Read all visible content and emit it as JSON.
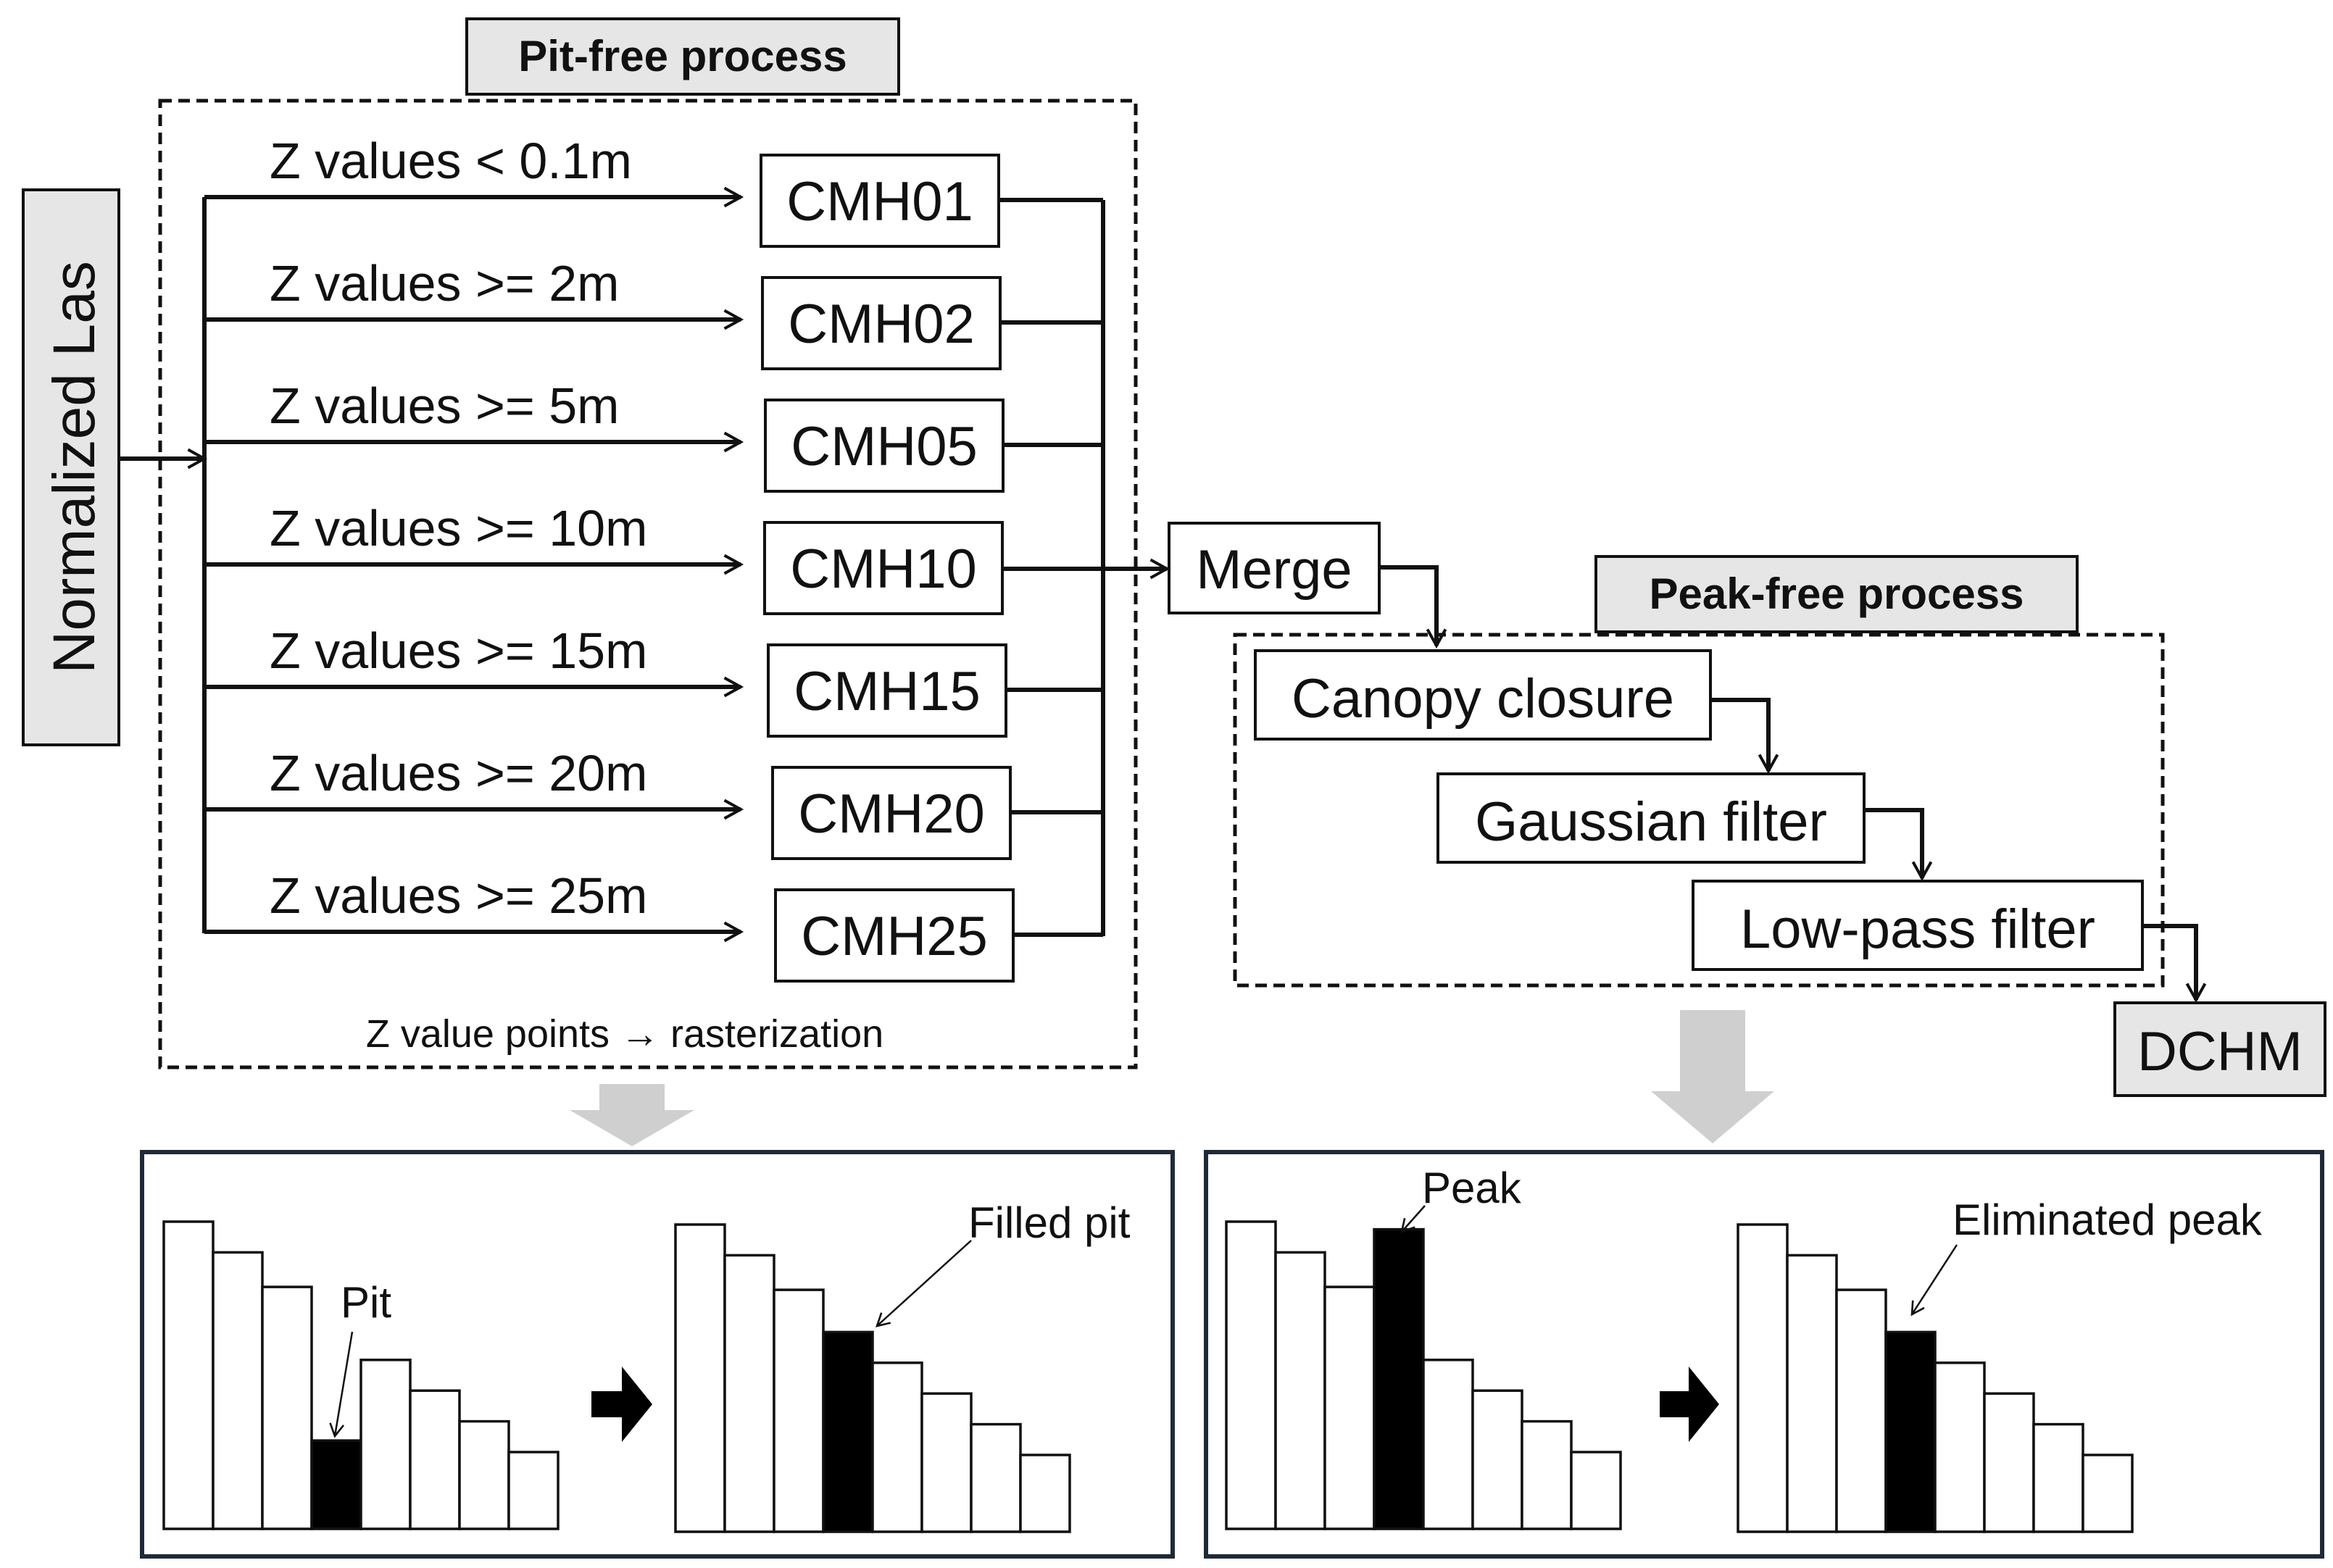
{
  "colors": {
    "line": "#111111",
    "grey_box": "#e6e6e6",
    "grey_arrow": "#cfcfcf",
    "panel_border": "#1f2a38",
    "highlight_bar": "#000000"
  },
  "input_label": "Normalized Las",
  "pit_free": {
    "title": "Pit-free process",
    "branches": [
      {
        "condition": "Z values <  0.1m",
        "output": "CMH01"
      },
      {
        "condition": "Z values >=  2m",
        "output": "CMH02"
      },
      {
        "condition": "Z values >= 5m",
        "output": "CMH05"
      },
      {
        "condition": "Z values >= 10m",
        "output": "CMH10"
      },
      {
        "condition": "Z values >= 15m",
        "output": "CMH15"
      },
      {
        "condition": "Z values >= 20m",
        "output": "CMH20"
      },
      {
        "condition": "Z values >= 25m",
        "output": "CMH25"
      }
    ],
    "footer": "Z value points →  rasterization"
  },
  "merge_label": "Merge",
  "peak_free": {
    "title": "Peak-free process",
    "steps": [
      "Canopy closure",
      "Gaussian filter",
      "Low-pass filter"
    ]
  },
  "output_label": "DCHM",
  "pit_panel": {
    "before_label": "Pit",
    "after_label": "Filled pit",
    "before_heights": [
      8,
      7.2,
      6.3,
      2.3,
      4.4,
      3.6,
      2.8,
      2.0
    ],
    "after_heights": [
      8,
      7.2,
      6.3,
      5.2,
      4.4,
      3.6,
      2.8,
      2.0
    ],
    "highlight_index": 3
  },
  "peak_panel": {
    "before_label": "Peak",
    "after_label": "Eliminated peak",
    "before_heights": [
      8,
      7.2,
      6.3,
      7.8,
      4.4,
      3.6,
      2.8,
      2.0
    ],
    "after_heights": [
      8,
      7.2,
      6.3,
      5.2,
      4.4,
      3.6,
      2.8,
      2.0
    ],
    "highlight_index": 3
  }
}
